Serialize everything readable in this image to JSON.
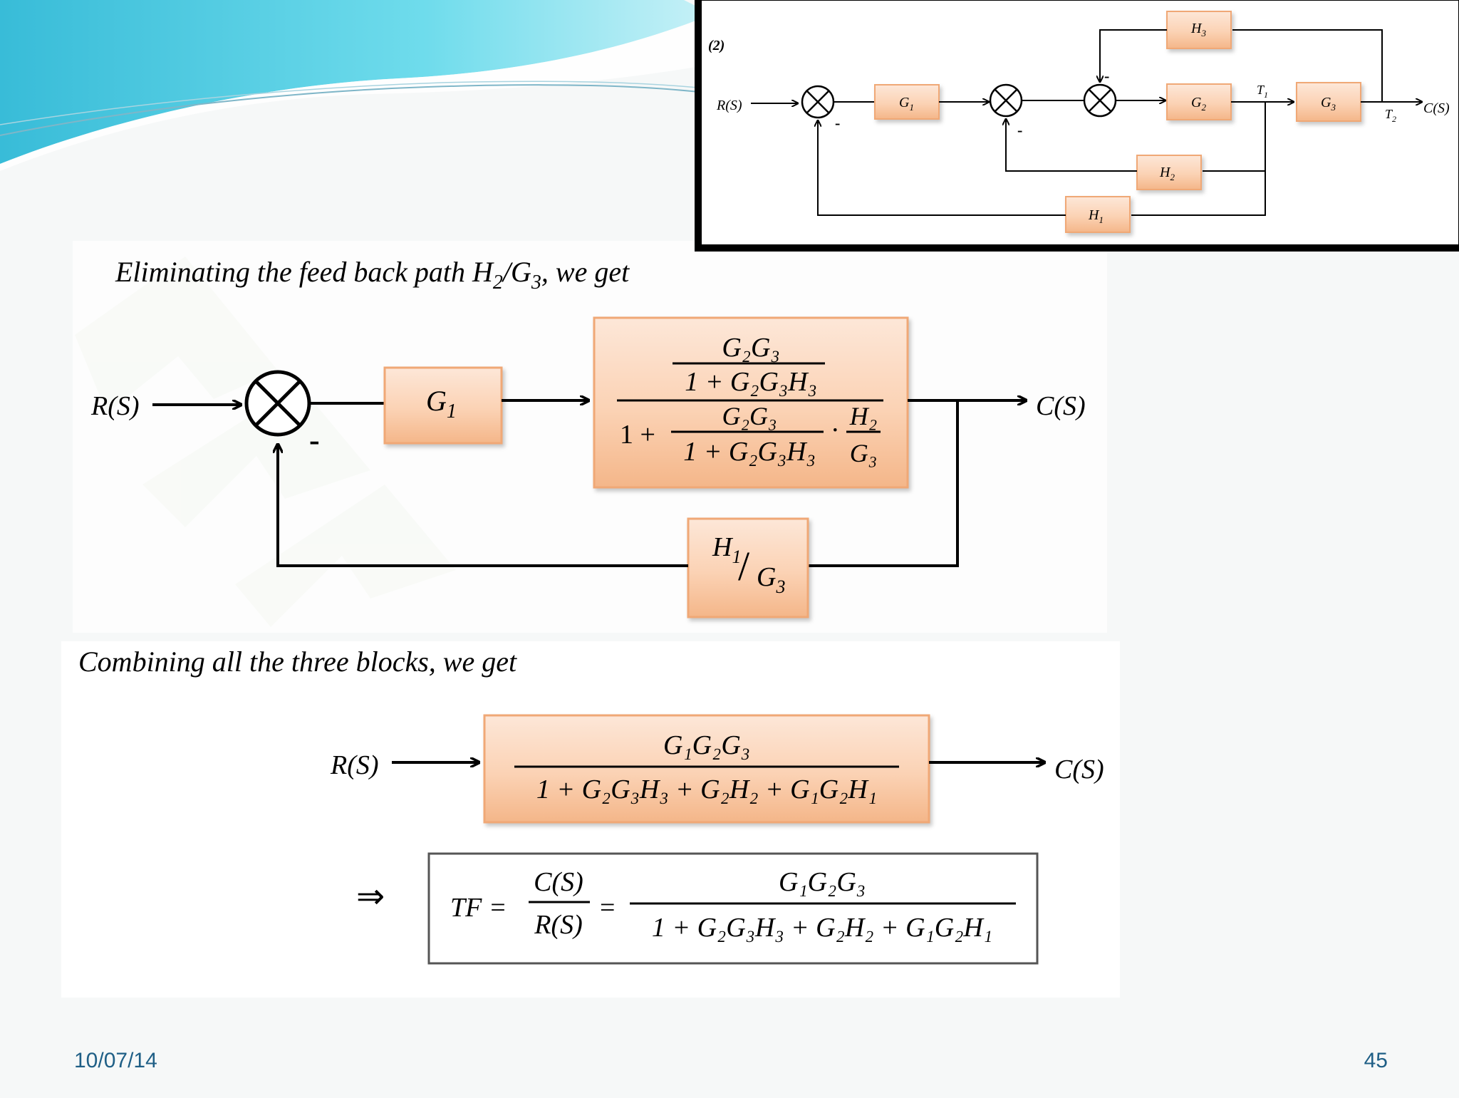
{
  "colors": {
    "block_fill_top": "#fde3d1",
    "block_fill_bottom": "#f5bb8f",
    "block_border": "#f0a876",
    "wave_cyan": "#4fcfe3",
    "footer_text": "#1f5f86"
  },
  "inset": {
    "label": "(2)",
    "input": "R(S)",
    "output": "C(S)",
    "blocks": {
      "g1": "G",
      "g2": "G",
      "g3": "G",
      "h1": "H",
      "h2": "H",
      "h3": "H"
    },
    "subscripts": {
      "g1": "1",
      "g2": "2",
      "g3": "3",
      "h1": "1",
      "h2": "2",
      "h3": "3",
      "t1": "1",
      "t2": "2"
    },
    "takeoff1": "T",
    "takeoff2": "T",
    "minus": "-"
  },
  "step1": {
    "caption": "Eliminating the feed back path H",
    "caption_sub": "2",
    "caption_slash": "/",
    "caption_g": "G",
    "caption_g_sub": "3",
    "caption_tail": ", we get",
    "input": "R(S)",
    "output": "C(S)",
    "minus": "-",
    "block_g1": "G",
    "block_g1_sub": "1",
    "inner_num": "G₂G₃",
    "inner_den": "1 + G₂G₃H₃",
    "outer_one": "1 +",
    "second_num": "G₂G₃",
    "second_den": "1 + G₂G₃H₃",
    "dot": "·",
    "h2_num": "H₂",
    "g3_den": "G₃",
    "feedback_h": "H",
    "feedback_h_sub": "1",
    "feedback_slash": "/",
    "feedback_g": "G",
    "feedback_g_sub": "3"
  },
  "step2": {
    "caption": "Combining all the three blocks, we get",
    "input": "R(S)",
    "output": "C(S)",
    "block_num": "G₁G₂G₃",
    "block_den": "1 + G₂G₃H₃ + G₂H₂ + G₁G₂H₁"
  },
  "result": {
    "implies": "⇒",
    "tf": "TF =",
    "ratio_num": "C(S)",
    "ratio_den": "R(S)",
    "equals": "=",
    "num": "G₁G₂G₃",
    "den": "1 + G₂G₃H₃ + G₂H₂ + G₁G₂H₁"
  },
  "footer": {
    "date": "10/07/14",
    "page": "45"
  }
}
